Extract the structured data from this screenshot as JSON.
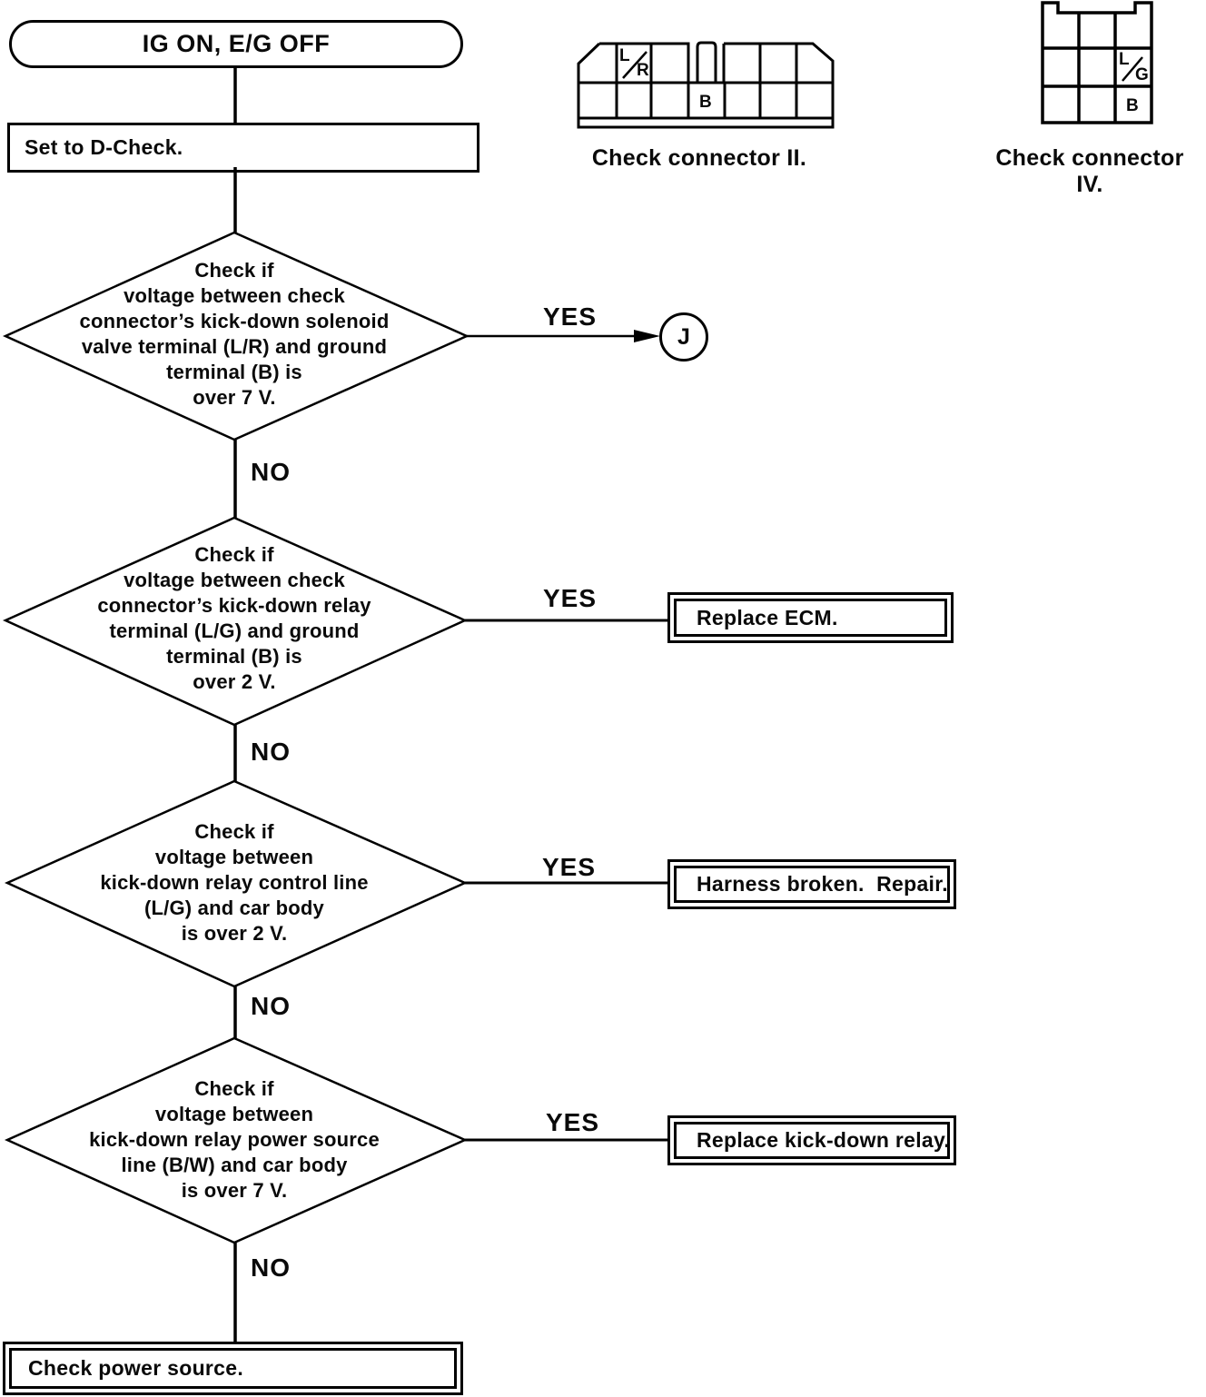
{
  "flow": {
    "start_label": "IG ON, E/G OFF",
    "step1_label": "Set to D-Check.",
    "decisions": [
      {
        "text": "Check if\nvoltage between check\nconnector’s kick-down solenoid\nvalve terminal (L/R) and ground\nterminal (B) is\nover 7 V.",
        "yes": "YES",
        "no": "NO"
      },
      {
        "text": "Check if\nvoltage between check\nconnector’s kick-down relay\nterminal (L/G) and ground\nterminal (B) is\nover 2 V.",
        "yes": "YES",
        "no": "NO"
      },
      {
        "text": "Check if\nvoltage between\nkick-down relay control line\n(L/G) and car body\nis over 2 V.",
        "yes": "YES",
        "no": "NO"
      },
      {
        "text": "Check if\nvoltage between\nkick-down relay power source\nline (B/W) and car body\nis over 7 V.",
        "yes": "YES",
        "no": "NO"
      }
    ],
    "results": [
      {
        "label": "Replace ECM."
      },
      {
        "label": "Harness broken.  Repair."
      },
      {
        "label": "Replace kick-down relay."
      }
    ],
    "terminal_label": "Check power source.",
    "offpage_connector": "J"
  },
  "connectors": {
    "ii": {
      "caption": "Check connector II.",
      "pin_a_top": "L",
      "pin_a_bottom": "R",
      "pin_b": "B"
    },
    "iv": {
      "caption": "Check connector IV.",
      "pin_a_top": "L",
      "pin_a_bottom": "G",
      "pin_b": "B"
    }
  },
  "colors": {
    "ink": "#000000",
    "paper": "#ffffff"
  }
}
